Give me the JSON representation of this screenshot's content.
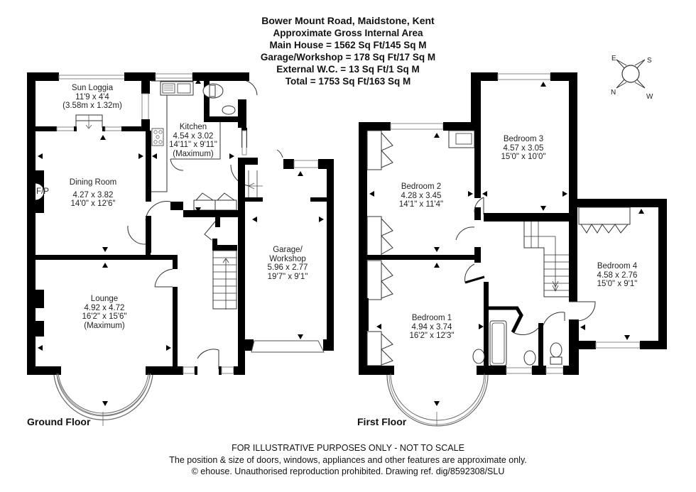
{
  "header": {
    "address": "Bower Mount Road, Maidstone, Kent",
    "subtitle": "Approximate Gross Internal Area",
    "main_house": "Main House = 1562 Sq Ft/145 Sq M",
    "garage": "Garage/Workshop = 178 Sq Ft/17 Sq M",
    "external_wc": "External W.C. = 13 Sq Ft/1 Sq M",
    "total": "Total = 1753 Sq Ft/163 Sq M"
  },
  "compass": {
    "icon": "compass-icon",
    "letters": {
      "top_left": "E",
      "top_right": "S",
      "bottom_left": "N",
      "bottom_right": "W"
    }
  },
  "ground_floor": {
    "label": "Ground Floor",
    "rooms": [
      {
        "id": "sun-loggia",
        "name": "Sun Loggia",
        "dim1": "11'9 x 4'4",
        "dim2": "(3.58m x 1.32m)"
      },
      {
        "id": "kitchen",
        "name": "Kitchen",
        "dim1": "4.54 x 3.02",
        "dim2": "14'11\" x 9'11\"",
        "note": "(Maximum)"
      },
      {
        "id": "dining-room",
        "name": "Dining Room",
        "dim1": "4.27 x 3.82",
        "dim2": "14'0\" x 12'6\"",
        "feature": "F/P"
      },
      {
        "id": "lounge",
        "name": "Lounge",
        "dim1": "4.92 x 4.72",
        "dim2": "16'2\" x 15'6\"",
        "note": "(Maximum)"
      },
      {
        "id": "garage",
        "name": "Garage/",
        "name2": "Workshop",
        "dim1": "5.96 x 2.77",
        "dim2": "19'7\" x 9'1\""
      }
    ]
  },
  "first_floor": {
    "label": "First Floor",
    "rooms": [
      {
        "id": "bedroom-1",
        "name": "Bedroom 1",
        "dim1": "4.94 x 3.74",
        "dim2": "16'2\" x 12'3\""
      },
      {
        "id": "bedroom-2",
        "name": "Bedroom 2",
        "dim1": "4.28 x 3.45",
        "dim2": "14'1\" x 11'4\""
      },
      {
        "id": "bedroom-3",
        "name": "Bedroom 3",
        "dim1": "4.57 x 3.05",
        "dim2": "15'0\" x 10'0\""
      },
      {
        "id": "bedroom-4",
        "name": "Bedroom 4",
        "dim1": "4.58 x 2.76",
        "dim2": "15'0\" x 9'1\""
      }
    ]
  },
  "footer": {
    "disclaimer": "FOR ILLUSTRATIVE PURPOSES ONLY - NOT TO SCALE",
    "note": "The position & size of doors, windows, appliances and other features are approximate only.",
    "copyright": "© ehouse. Unauthorised reproduction prohibited. Drawing ref. dig/8592308/SLU"
  },
  "colors": {
    "wall": "#000000",
    "line": "#333333",
    "window": "#9a9a9a",
    "background": "#ffffff"
  }
}
